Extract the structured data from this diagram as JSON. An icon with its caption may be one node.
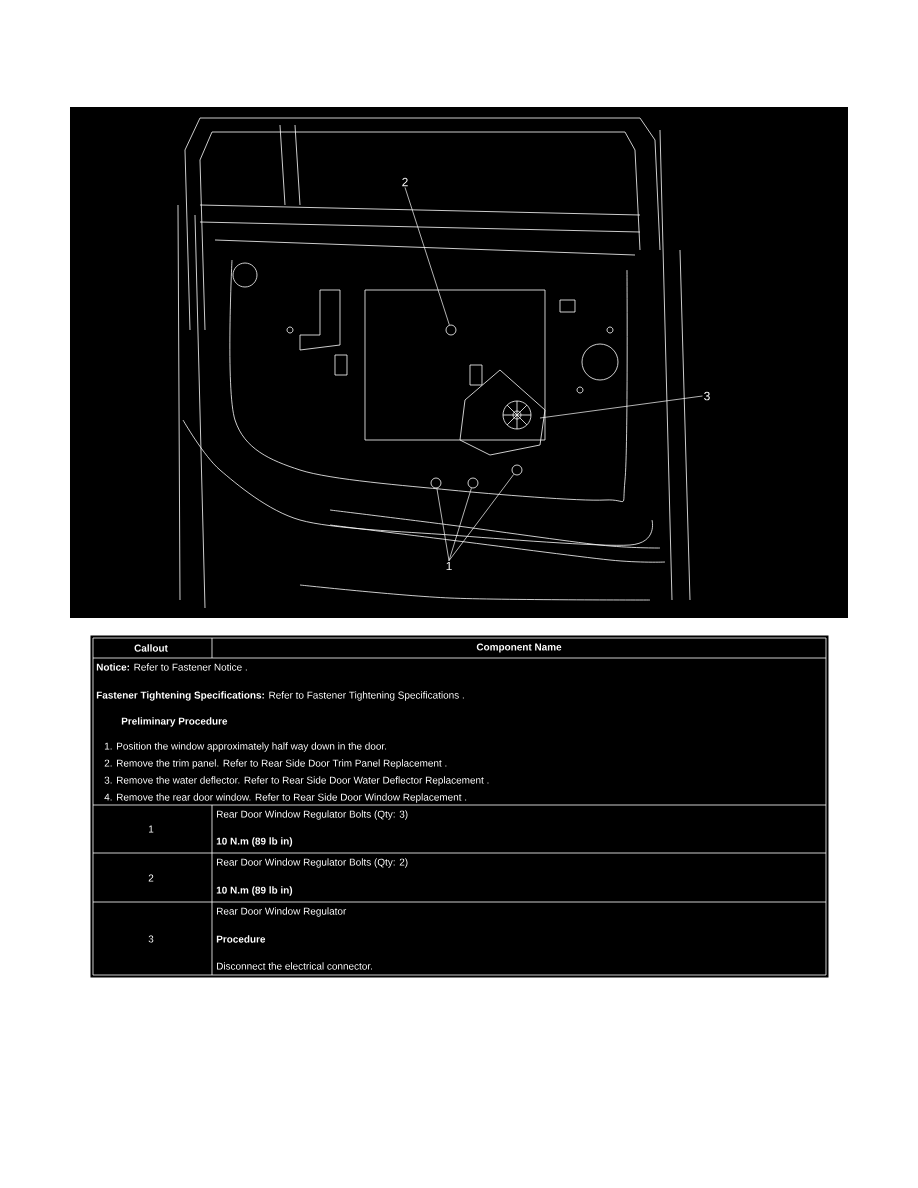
{
  "diagram": {
    "nodes": [
      {
        "text": [
          "1"
        ]
      },
      {
        "text": [
          "2"
        ]
      },
      {
        "text": [
          "3"
        ]
      },
      {
        "text": [],
        "shape": "circle"
      },
      {
        "text": [],
        "shape": "circle"
      },
      {
        "text": [],
        "shape": "circle"
      },
      {
        "text": [],
        "shape": "circle"
      }
    ],
    "edges": [
      {
        "from": 0,
        "to": 3,
        "arrow": "none"
      },
      {
        "from": 0,
        "to": 4,
        "arrow": "none"
      },
      {
        "from": 0,
        "to": 5,
        "arrow": "none"
      },
      {
        "from": 1,
        "to": 6,
        "arrow": "none"
      },
      {
        "from": 2,
        "to": null,
        "arrow": "none"
      }
    ],
    "labels": [
      "Callout",
      "Component Name",
      "**Notice:** Refer to Fastener Notice .",
      "**Fastener Tightening Specifications:** Refer to Fastener Tightening Specifications .",
      "Preliminary Procedure",
      "1. Position the window approximately half way down in the door.",
      "2. Remove the trim panel. Refer to Rear Side Door Trim Panel Replacement .",
      "3. Remove the water deflector. Refer to Rear Side Door Water Deflector Replacement .",
      "4. Remove the rear door window. Refer to Rear Side Door Window Replacement .",
      "1",
      "Rear Door Window Regulator Bolts (Qty: 3)",
      "10 N.m (89 lb in)",
      "2",
      "Rear Door Window Regulator Bolts (Qty: 2)",
      "10 N.m (89 lb in)",
      "3",
      "Rear Door Window Regulator",
      "Procedure",
      "Disconnect the electrical connector."
    ]
  }
}
